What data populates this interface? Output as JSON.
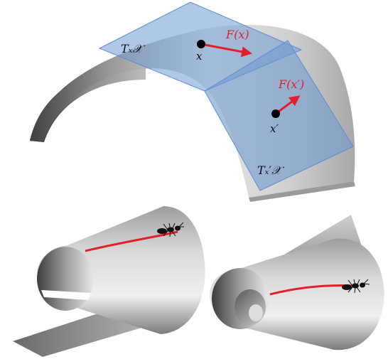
{
  "labels": {
    "tangent_space_x": "Tₓ𝒳",
    "tangent_space_xprime": "Tₓ′𝒳",
    "point_x": "x",
    "point_xprime": "x′",
    "vector_at_x": "F(x)",
    "vector_at_xprime": "F(x′)"
  },
  "colors": {
    "surface_light": "#e8e8e8",
    "surface_dark": "#4a4a4a",
    "tangent_plane_fill": "#6f99cf",
    "tangent_plane_edge": "#5a8ed6",
    "vector_red": "#e0212a",
    "point_black": "#000000",
    "ant": "#111111"
  },
  "icons": {
    "top": "curved-surface-with-tangent-planes",
    "bottom_left": "open-cylinder-with-ant-path",
    "bottom_right": "rolled-sheet-cylinder-with-ant-path",
    "ant": "ant-icon"
  }
}
